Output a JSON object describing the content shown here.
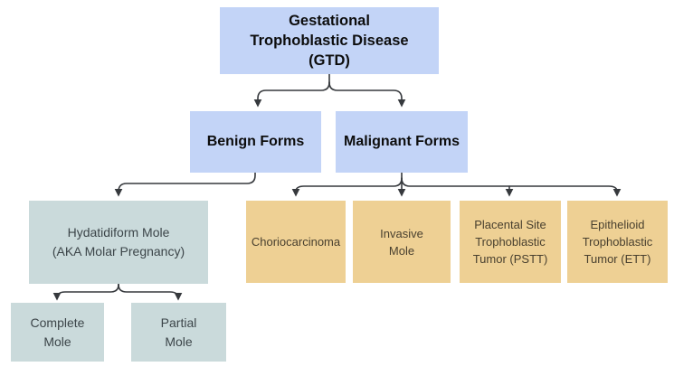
{
  "diagram": {
    "title": "Gestational Trophoblastic Disease (GTD) classification flowchart",
    "colors": {
      "blue_box": "#c3d4f7",
      "teal_box": "#cadadb",
      "tan_box": "#eed094",
      "connector": "#36393d",
      "blue_text": "#0d0d0d",
      "teal_text": "#3c4549",
      "tan_text": "#49402f",
      "background": "#ffffff"
    },
    "nodes": {
      "gtd": {
        "label": "Gestational\nTrophoblastic Disease\n(GTD)"
      },
      "benign": {
        "label": "Benign Forms"
      },
      "malignant": {
        "label": "Malignant Forms"
      },
      "hydatidiform": {
        "label": "Hydatidiform Mole\n(AKA Molar Pregnancy)"
      },
      "choriocarcinoma": {
        "label": "Choriocarcinoma"
      },
      "invasive_mole": {
        "label": "Invasive\nMole"
      },
      "pstt": {
        "label": "Placental Site\nTrophoblastic\nTumor (PSTT)"
      },
      "ett": {
        "label": "Epithelioid\nTrophoblastic\nTumor (ETT)"
      },
      "complete_mole": {
        "label": "Complete\nMole"
      },
      "partial_mole": {
        "label": "Partial\nMole"
      }
    },
    "edges": [
      {
        "from": "gtd",
        "to": "benign"
      },
      {
        "from": "gtd",
        "to": "malignant"
      },
      {
        "from": "benign",
        "to": "hydatidiform"
      },
      {
        "from": "malignant",
        "to": "choriocarcinoma"
      },
      {
        "from": "malignant",
        "to": "invasive_mole"
      },
      {
        "from": "malignant",
        "to": "pstt"
      },
      {
        "from": "malignant",
        "to": "ett"
      },
      {
        "from": "hydatidiform",
        "to": "complete_mole"
      },
      {
        "from": "hydatidiform",
        "to": "partial_mole"
      }
    ]
  }
}
